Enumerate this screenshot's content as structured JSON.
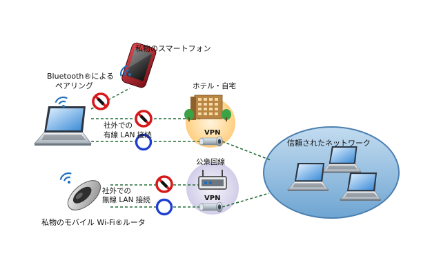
{
  "labels": {
    "smartphone": "私物のスマートフォン",
    "bluetooth_line1": "Bluetooth®による",
    "bluetooth_line2": "ペアリング",
    "hotel_home": "ホテル・自宅",
    "wired_line1": "社外での",
    "wired_line2": "有線 LAN 接続",
    "vpn_top": "VPN",
    "public_line": "公衆回線",
    "wireless_line1": "社外での",
    "wireless_line2": "無線 LAN 接続",
    "vpn_bottom": "VPN",
    "mobile_router": "私物のモバイル Wi-Fi®ルータ",
    "trusted_network": "信頼されたネットワーク"
  },
  "colors": {
    "forbidden_red": "#d7191b",
    "allowed_blue": "#1f3fd0",
    "dashed_line": "#1f6b33",
    "network_fill": "#9cc4e4",
    "hotel_circle": "#ffdca0",
    "public_circle": "#e1def0",
    "wifi_icon": "#1f6fc0",
    "phone_body": "#b01e28"
  },
  "icons": [
    "laptop-icon",
    "smartphone-icon",
    "building-icon",
    "wireless-router-icon",
    "mobile-router-icon",
    "vpn-tunnel-icon",
    "no-entry-icon",
    "allowed-circle-icon",
    "wifi-signal-icon"
  ]
}
